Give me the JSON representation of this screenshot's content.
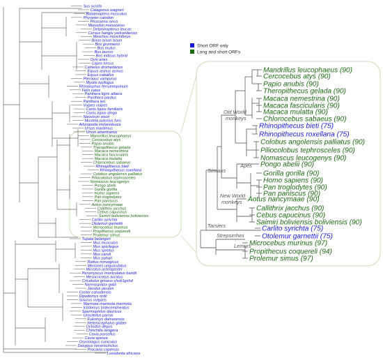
{
  "legend": {
    "items": [
      {
        "label": "Short ORF only",
        "color": "#1a1adb"
      },
      {
        "label": "Long and short ORFs",
        "color": "#1d6b12"
      }
    ]
  },
  "colors": {
    "short": "#1a1adb",
    "long": "#1d6b12",
    "branch": "#6b6b6b",
    "highlight": "#c9dcb5"
  },
  "full_tree": {
    "species": [
      {
        "name": "Sus scrofa",
        "type": "short"
      },
      {
        "name": "Catagonus wagneri",
        "type": "short"
      },
      {
        "name": "Balaenoptera musculus",
        "type": "short"
      },
      {
        "name": "Physeter catodon",
        "type": "short"
      },
      {
        "name": "Phocoena sinus",
        "type": "short"
      },
      {
        "name": "Monodon monoceros",
        "type": "short"
      },
      {
        "name": "Delphinapterus leucas",
        "type": "short"
      },
      {
        "name": "Cervus hanglu yarkandensis",
        "type": "short"
      },
      {
        "name": "Moschus moschiferus",
        "type": "short"
      },
      {
        "name": "Bison bison bison",
        "type": "short"
      },
      {
        "name": "Bos grunniens",
        "type": "short"
      },
      {
        "name": "Bos mutus",
        "type": "short"
      },
      {
        "name": "Bos taurus",
        "type": "short"
      },
      {
        "name": "Bos indicus hybrid",
        "type": "short"
      },
      {
        "name": "Ovis aries",
        "type": "short"
      },
      {
        "name": "Capra hircus",
        "type": "short"
      },
      {
        "name": "Camelus dromedarius",
        "type": "short"
      },
      {
        "name": "Equus asinus asinus",
        "type": "short"
      },
      {
        "name": "Equus caballus",
        "type": "short"
      },
      {
        "name": "Pteropus vampyrus",
        "type": "short"
      },
      {
        "name": "Myotis lucifugus",
        "type": "short"
      },
      {
        "name": "Rhinolophus ferrumequinum",
        "type": "short"
      },
      {
        "name": "Felis catus",
        "type": "short"
      },
      {
        "name": "Panthera tigris altaica",
        "type": "short"
      },
      {
        "name": "Panthera pardus",
        "type": "short"
      },
      {
        "name": "Panthera leo",
        "type": "short"
      },
      {
        "name": "Vulpes vulpes",
        "type": "short"
      },
      {
        "name": "Canis lupus familiaris",
        "type": "short"
      },
      {
        "name": "Canis lupus dingo",
        "type": "short"
      },
      {
        "name": "Neovison vison",
        "type": "short"
      },
      {
        "name": "Mustela putorius furo",
        "type": "short"
      },
      {
        "name": "Ailuropoda melanoleuca",
        "type": "short"
      },
      {
        "name": "Ursus maritimus",
        "type": "short"
      },
      {
        "name": "Ursus americanus",
        "type": "short"
      },
      {
        "name": "Manorillus leucophaeus",
        "type": "long"
      },
      {
        "name": "Cercocebus atys",
        "type": "long"
      },
      {
        "name": "Papio anubis",
        "type": "long"
      },
      {
        "name": "Theropithecus gelada",
        "type": "long"
      },
      {
        "name": "Macaca nemestrina",
        "type": "long"
      },
      {
        "name": "Macaca fascicularis",
        "type": "long"
      },
      {
        "name": "Macaca mulatta",
        "type": "long"
      },
      {
        "name": "Chlorocebus sabaeus",
        "type": "long"
      },
      {
        "name": "Rhinopithecus bieti",
        "type": "short"
      },
      {
        "name": "Rhinopithecus roxellana",
        "type": "short"
      },
      {
        "name": "Colobus angolensis palliatus",
        "type": "long"
      },
      {
        "name": "Piliocolobus tephrosceles",
        "type": "long"
      },
      {
        "name": "Nomascus leucogenys",
        "type": "long"
      },
      {
        "name": "Pongo abelii",
        "type": "long"
      },
      {
        "name": "Gorilla gorilla",
        "type": "long"
      },
      {
        "name": "Homo sapiens",
        "type": "long"
      },
      {
        "name": "Pan troglodytes",
        "type": "long"
      },
      {
        "name": "Pan paniscus",
        "type": "long"
      },
      {
        "name": "Aotus nancymaae",
        "type": "long"
      },
      {
        "name": "Callithrix jacchus",
        "type": "long"
      },
      {
        "name": "Cebus capucinus",
        "type": "long"
      },
      {
        "name": "Saimiri boliviensis boliviensis",
        "type": "long"
      },
      {
        "name": "Carlito syrichta",
        "type": "short"
      },
      {
        "name": "Otolemur garnettii",
        "type": "short"
      },
      {
        "name": "Microcebus murinus",
        "type": "long"
      },
      {
        "name": "Propithecus coquereli",
        "type": "long"
      },
      {
        "name": "Prolemur simus",
        "type": "long"
      },
      {
        "name": "Tupaia belangeri",
        "type": "short"
      },
      {
        "name": "Mus musculus",
        "type": "short"
      },
      {
        "name": "Mus spicilegus",
        "type": "short"
      },
      {
        "name": "Mus spretus",
        "type": "short"
      },
      {
        "name": "Mus caroli",
        "type": "short"
      },
      {
        "name": "Mus pahari",
        "type": "short"
      },
      {
        "name": "Rattus norvegicus",
        "type": "short"
      },
      {
        "name": "Meriones unguiculatus",
        "type": "short"
      },
      {
        "name": "Microtus ochrogaster",
        "type": "short"
      },
      {
        "name": "Peromyscus maniculatus bairdii",
        "type": "short"
      },
      {
        "name": "Mesocricetus auratus",
        "type": "short"
      },
      {
        "name": "Cricetulus griseus chok1gshd",
        "type": "short"
      },
      {
        "name": "Nannospalax galili",
        "type": "short"
      },
      {
        "name": "Jaculus jaculus",
        "type": "short"
      },
      {
        "name": "Castor canadensis",
        "type": "short"
      },
      {
        "name": "Dipodomys ordii",
        "type": "short"
      },
      {
        "name": "Sciurus vulgaris",
        "type": "short"
      },
      {
        "name": "Marmota marmota marmota",
        "type": "short"
      },
      {
        "name": "Ictidomys tridecemlineatus",
        "type": "short"
      },
      {
        "name": "Spermophilus dauricus",
        "type": "short"
      },
      {
        "name": "Urocitellus parryii",
        "type": "short"
      },
      {
        "name": "Fukomys damarensis",
        "type": "short"
      },
      {
        "name": "Heterocephalus glaber",
        "type": "short"
      },
      {
        "name": "Octodon degus",
        "type": "short"
      },
      {
        "name": "Chinchilla lanigera",
        "type": "short"
      },
      {
        "name": "Cavia porcellus",
        "type": "short"
      },
      {
        "name": "Cavia aperea",
        "type": "short"
      },
      {
        "name": "Oryctolagus cuniculus",
        "type": "short"
      },
      {
        "name": "Dasypus novemcinctus",
        "type": "short"
      },
      {
        "name": "Procavia capensis",
        "type": "short"
      },
      {
        "name": "Loxodonta africana",
        "type": "short"
      }
    ]
  },
  "zoom": {
    "clades": {
      "old_world_1": "Old World",
      "old_world_2": "monkeys",
      "apes": "Apes",
      "simians": "Simians",
      "new_world_1": "New World",
      "new_world_2": "monkeys",
      "tarsiers": "Tarsiers",
      "strepsirrhini": "Strepsirrhini",
      "lemurs": "Lemurs"
    },
    "species": [
      {
        "name": "Mandrillus leucophaeus (90)",
        "type": "long"
      },
      {
        "name": "Cercocebus atys (90)",
        "type": "long"
      },
      {
        "name": "Papio anubis (90)",
        "type": "long"
      },
      {
        "name": "Theropithecus gelada (90)",
        "type": "long"
      },
      {
        "name": "Macaca nemestrina (90)",
        "type": "long"
      },
      {
        "name": "Macaca fascicularis (90)",
        "type": "long"
      },
      {
        "name": "Macaca mulatta (90)",
        "type": "long"
      },
      {
        "name": "Chlorocebus sabaeus (90)",
        "type": "long"
      },
      {
        "name": "Rhinopithecus bieti (75)",
        "type": "short"
      },
      {
        "name": "Rhinopithecus roxellana (75)",
        "type": "short"
      },
      {
        "name": "Colobus angolensis palliatus (90)",
        "type": "long"
      },
      {
        "name": "Piliocolobus tephrosceles (90)",
        "type": "long"
      },
      {
        "name": "Nomascus leucogenys (90)",
        "type": "long"
      },
      {
        "name": "Pongo abelii (90)",
        "type": "long"
      },
      {
        "name": "Gorilla gorilla (90)",
        "type": "long"
      },
      {
        "name": "Homo sapiens (90)",
        "type": "long"
      },
      {
        "name": "Pan troglodytes (90)",
        "type": "long"
      },
      {
        "name": "Pan paniscus (90)",
        "type": "long"
      },
      {
        "name": "Aotus nancymaae (90)",
        "type": "long"
      },
      {
        "name": "Callithrix jacchus (90)",
        "type": "long"
      },
      {
        "name": "Cebus capucinus (90)",
        "type": "long"
      },
      {
        "name": "Saimiri boliviensis boliviensis (90)",
        "type": "long"
      },
      {
        "name": "Carlito syrichta (75)",
        "type": "short"
      },
      {
        "name": "Otolemur garnettii (75)",
        "type": "short"
      },
      {
        "name": "Microcebus murinus (97)",
        "type": "long"
      },
      {
        "name": "Propithecus coquereli (94)",
        "type": "long"
      },
      {
        "name": "Prolemur simus (97)",
        "type": "long"
      }
    ]
  }
}
